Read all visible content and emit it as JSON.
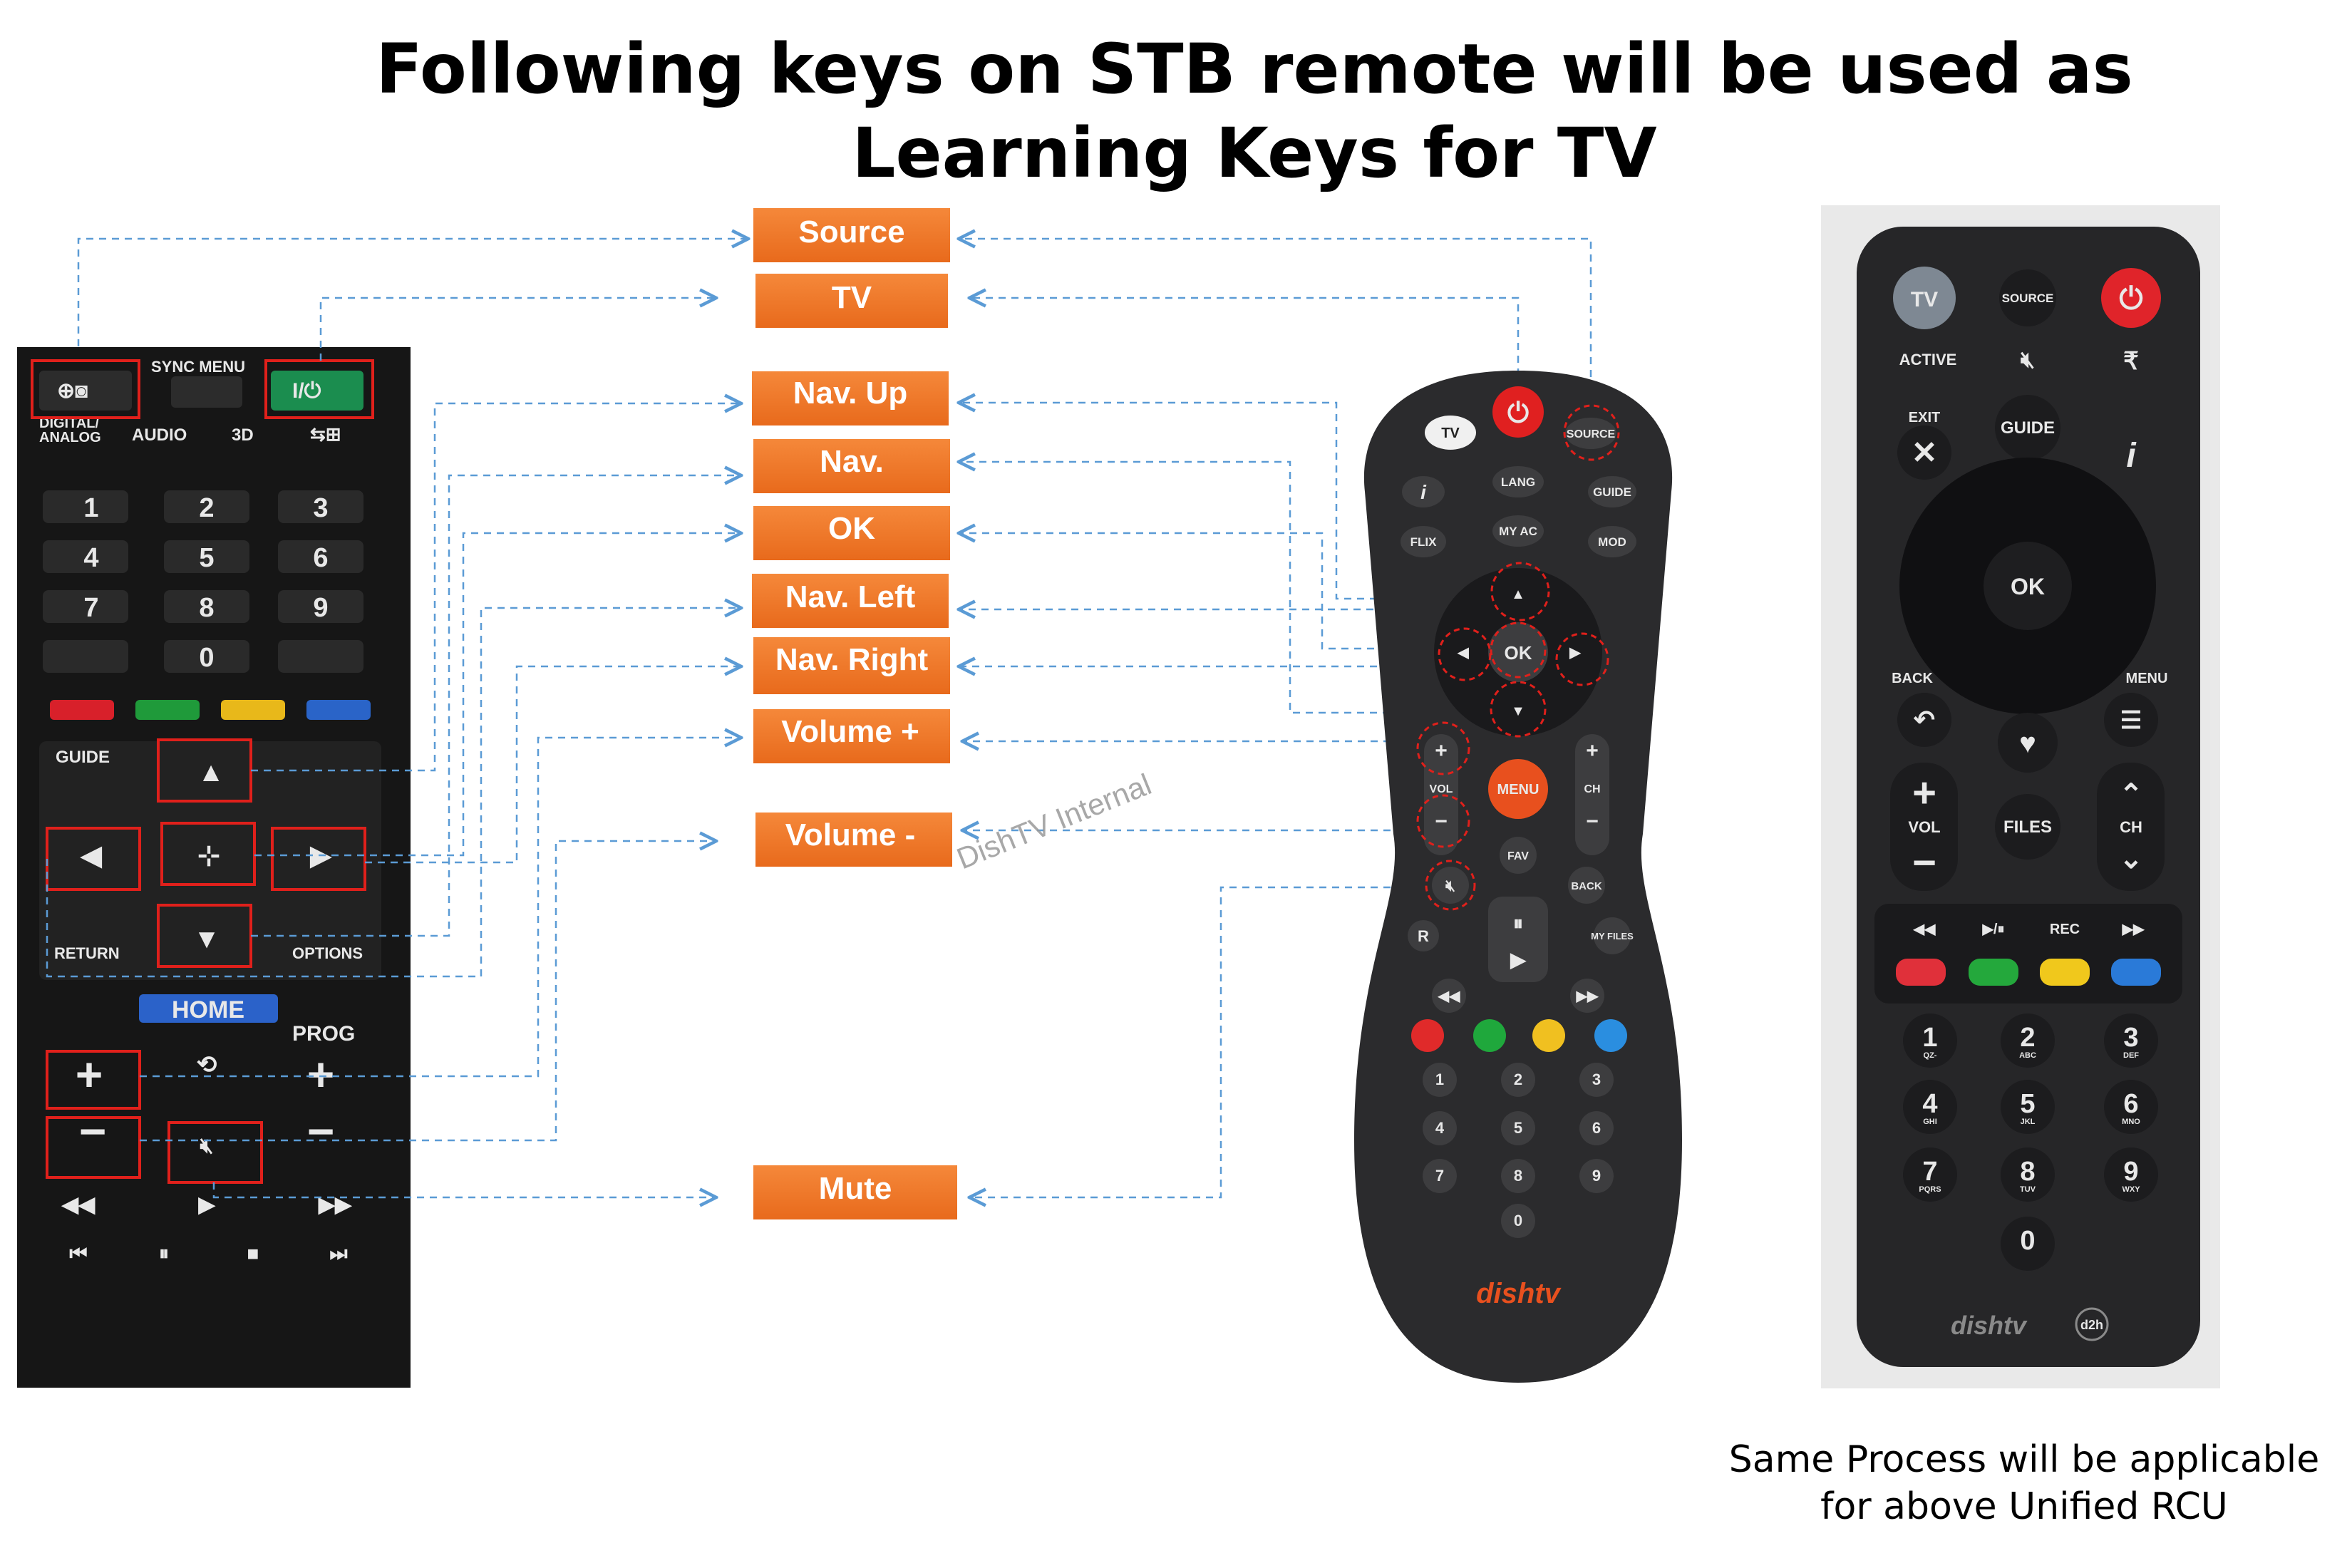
{
  "title": {
    "line1": "Following keys on STB remote will be used as",
    "line2": "Learning Keys for TV"
  },
  "footnote": {
    "line1": "Same Process will be applicable",
    "line2": "for above Unified RCU"
  },
  "watermark": "DishTV Internal",
  "colors": {
    "label_bg": "#f07a2a",
    "connector": "#5b9bd5",
    "highlight_box": "#e0201b",
    "remote_body": "#1c1c1c"
  },
  "key_labels": [
    {
      "id": "source",
      "text": "Source"
    },
    {
      "id": "tv",
      "text": "TV"
    },
    {
      "id": "nav-up",
      "text": "Nav. Up"
    },
    {
      "id": "nav-down",
      "text": "Nav."
    },
    {
      "id": "ok",
      "text": "OK"
    },
    {
      "id": "nav-left",
      "text": "Nav. Left"
    },
    {
      "id": "nav-right",
      "text": "Nav. Right"
    },
    {
      "id": "volume-up",
      "text": "Volume +"
    },
    {
      "id": "volume-down",
      "text": "Volume -"
    },
    {
      "id": "mute",
      "text": "Mute"
    }
  ],
  "tv_remote": {
    "top_label": "SYNC MENU",
    "row_labels": [
      "DIGITAL/\nANALOG",
      "AUDIO",
      "3D"
    ],
    "digits": [
      "1",
      "2",
      "3",
      "4",
      "5",
      "6",
      "7",
      "8",
      "9",
      "0"
    ],
    "guide": "GUIDE",
    "return": "RETURN",
    "options": "OPTIONS",
    "home": "HOME",
    "prog": "PROG"
  },
  "stb_remote": {
    "tv_mode": "TV",
    "source": "SOURCE",
    "lang": "LANG",
    "guide": "GUIDE",
    "flix": "FLIX",
    "myac": "MY AC",
    "mod": "MOD",
    "ok": "OK",
    "vol": "VOL",
    "ch": "CH",
    "menu": "MENU",
    "fav": "FAV",
    "back": "BACK",
    "myfiles": "MY FILES",
    "rec": "R",
    "digits": [
      "1",
      "2",
      "3",
      "4",
      "5",
      "6",
      "7",
      "8",
      "9",
      "0"
    ],
    "brand": "dishtv"
  },
  "unified_remote": {
    "tv": "TV",
    "source": "SOURCE",
    "active": "ACTIVE",
    "exit": "EXIT",
    "guide": "GUIDE",
    "ok": "OK",
    "back": "BACK",
    "menu": "MENU",
    "vol": "VOL",
    "files": "FILES",
    "ch": "CH",
    "rec": "REC",
    "digits": [
      "1",
      "2",
      "3",
      "4",
      "5",
      "6",
      "7",
      "8",
      "9",
      "0"
    ],
    "digit_subs": [
      "QZ-",
      "ABC",
      "DEF",
      "GHI",
      "JKL",
      "MNO",
      "PQRS",
      "TUV",
      "WXY",
      ""
    ],
    "brand": "dishtv",
    "badge": "d2h"
  }
}
